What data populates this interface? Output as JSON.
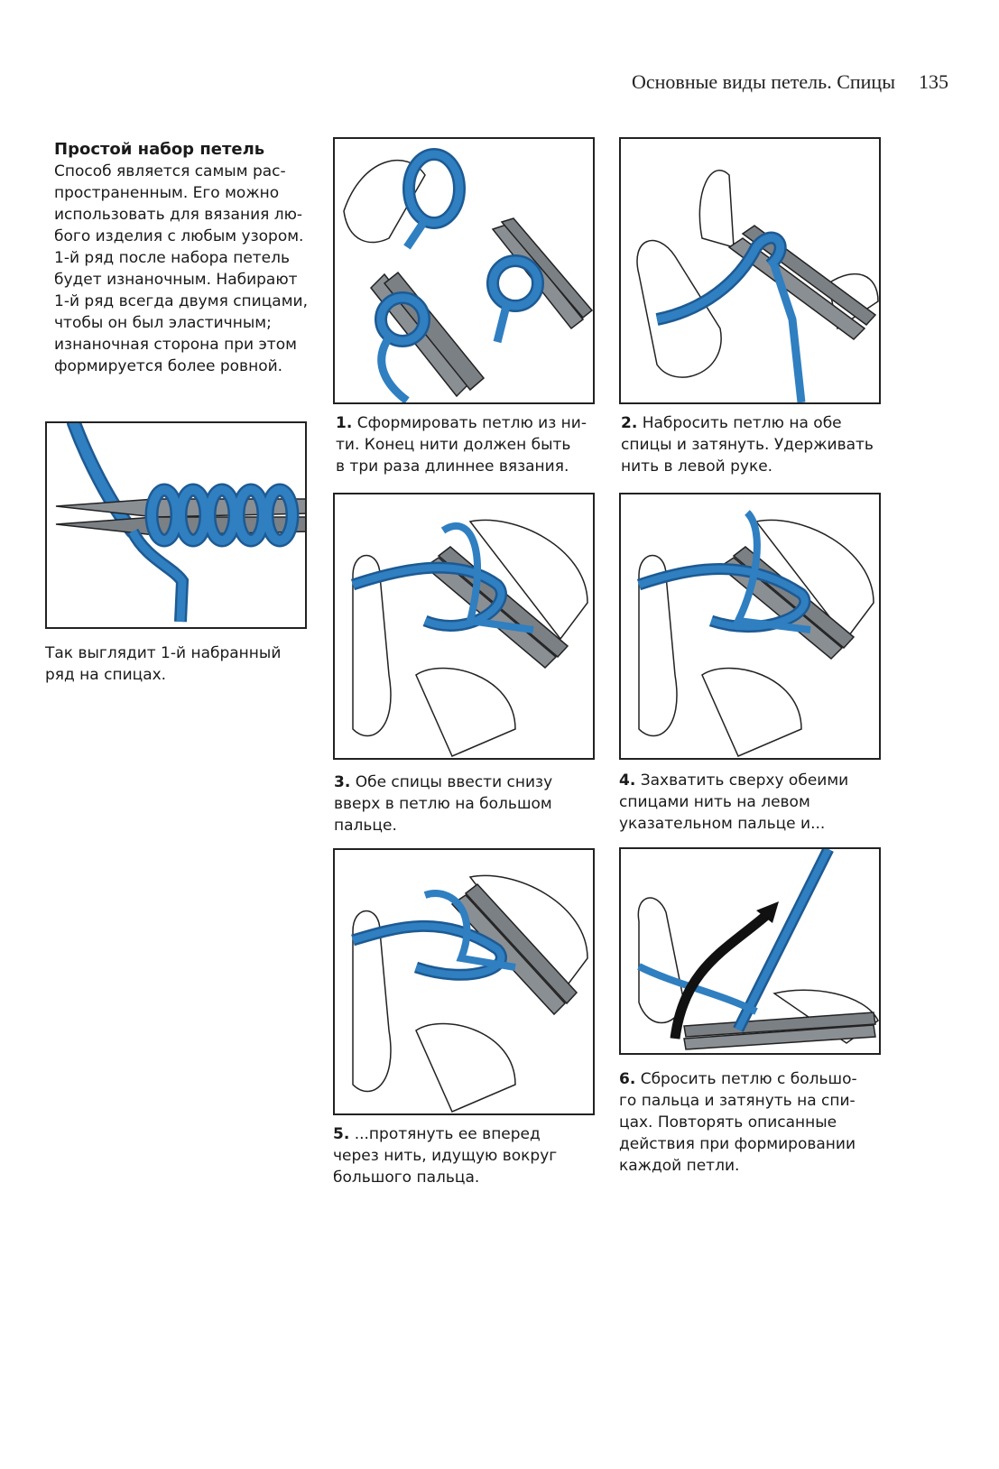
{
  "header": {
    "running_title": "Основные виды петель. Спицы",
    "page_number": "135"
  },
  "intro": {
    "heading": "Простой набор петель",
    "text": "Способ является самым рас-\nпространенным. Его можно\nиспользовать для вязания лю-\nбого изделия с любым узором.\n1-й ряд после набора петель\nбудет изнаночным. Набирают\n1-й ряд всегда двумя спицами,\nчтобы он был эластичным;\nизнаночная сторона при этом\nформируется более ровной."
  },
  "row_figure": {
    "caption": "Так выглядит 1-й набранный\nряд на спицах."
  },
  "steps": [
    {
      "num": "1.",
      "text": "Сформировать петлю из ни-\nти. Конец нити должен быть\nв три раза длиннее вязания."
    },
    {
      "num": "2.",
      "text": "Набросить петлю на обе\nспицы и затянуть. Удерживать\nнить в левой руке."
    },
    {
      "num": "3.",
      "text": "Обе спицы ввести снизу\nвверх в петлю на большом\nпальце."
    },
    {
      "num": "4.",
      "text": "Захватить сверху обеими\nспицами нить на левом\nуказательном пальце и..."
    },
    {
      "num": "5.",
      "text": "...протянуть ее вперед\nчерез нить, идущую вокруг\nбольшого пальца."
    },
    {
      "num": "6.",
      "text": "Сбросить петлю с большо-\nго пальца и затянуть на спи-\nцах. Повторять описанные\nдействия при формировании\nкаждой петли."
    }
  ],
  "colors": {
    "yarn": "#2f7fc1",
    "yarn_dark": "#1d5a93",
    "needle": "#8a8f94",
    "needle_dark": "#5c6166",
    "outline": "#222222",
    "arrow": "#111111"
  }
}
